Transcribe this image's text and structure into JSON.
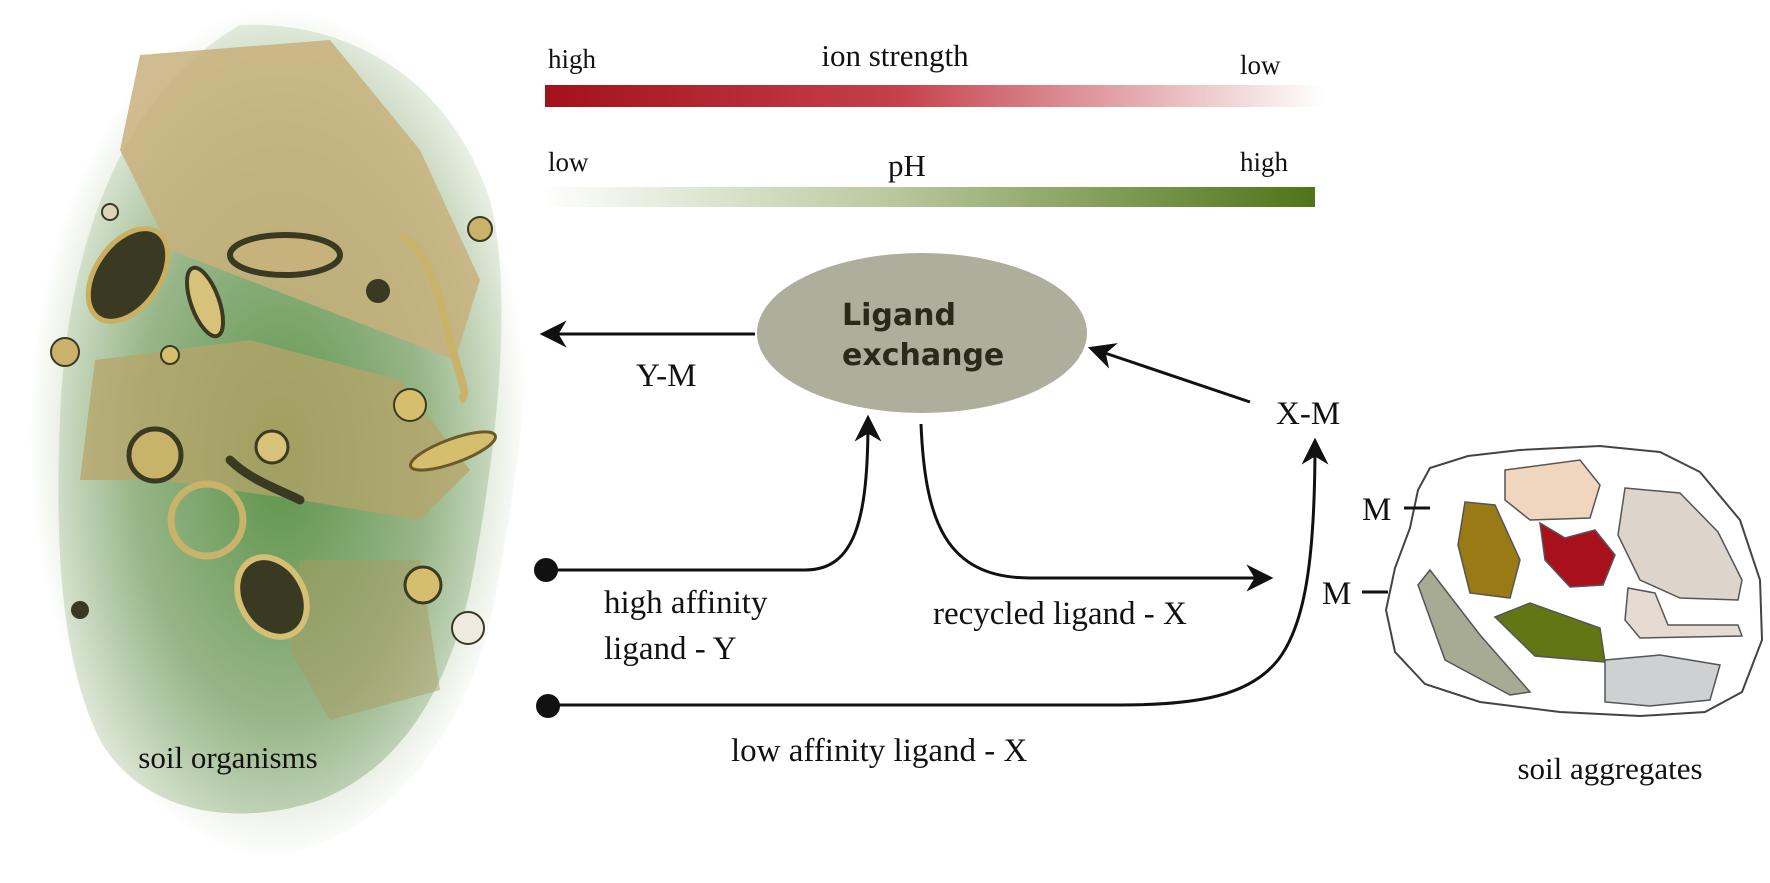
{
  "scales": {
    "ion_strength": {
      "title": "ion strength",
      "left": "high",
      "right": "low",
      "color": "#a3111b"
    },
    "ph": {
      "title": "pH",
      "left": "low",
      "right": "high",
      "color": "#4f7417"
    }
  },
  "center": {
    "line1": "Ligand",
    "line2": "exchange",
    "fill": "#aeae9c"
  },
  "labels": {
    "y_m": "Y-M",
    "x_m": "X-M",
    "high_affinity_1": "high affinity",
    "high_affinity_2": "ligand - Y",
    "recycled": "recycled ligand - X",
    "low_affinity": "low affinity ligand - X",
    "soil_organisms": "soil organisms",
    "soil_aggregates": "soil aggregates",
    "m_top": "M",
    "m_bottom": "M"
  },
  "aggregate_colors": [
    "#f1d6bf",
    "#9a7a14",
    "#a8111c",
    "#ddd5cc",
    "#e6dbd3",
    "#a8ab94",
    "#637613",
    "#cfd0d2"
  ]
}
